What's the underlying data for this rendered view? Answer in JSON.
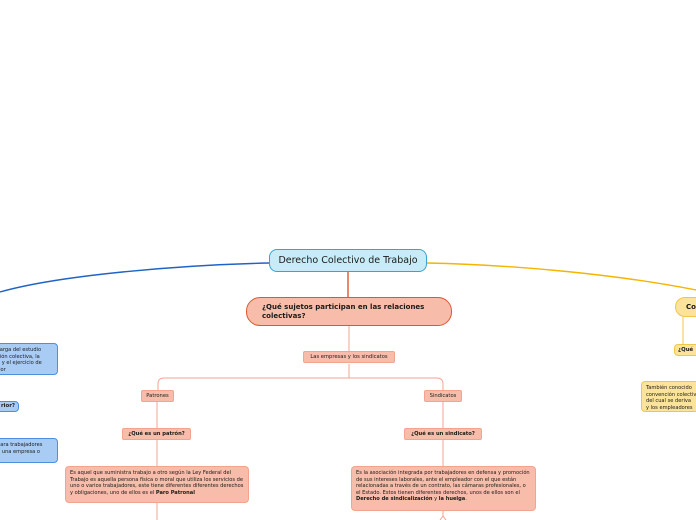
{
  "root": {
    "label": "Derecho Colectivo de Trabajo"
  },
  "center_topic": {
    "label": "¿Qué sujetos participan en las relaciones colectivas?"
  },
  "center_sub": {
    "label": "Las empresas y los sindicatos"
  },
  "patrones": {
    "label": "Patrones",
    "question": "¿Qué es un patrón?",
    "definition_text": "Es aquel que suministra trabajo a otro según la Ley Federal del Trabajo es aquella persona física o moral que utiliza los servicios de uno o varios trabajadores, este tiene diferentes diferentes derechos y obligaciones, uno de ellos es el ",
    "definition_bold": "Paro Patronal"
  },
  "sindicatos": {
    "label": "Sindicatos",
    "question": "¿Qué es un sindicato?",
    "definition_text": "Es la asociación integrada por trabajadores en defensa y promoción de sus intereses laborales, ante el empleador con el que están relacionadas a través de un contrato, las cámaras profesionales, o el Estado. Estos tienen diferentes derechos, unos de ellos son el ",
    "definition_bold1": "Derecho de sindicalización",
    "definition_mid": " y ",
    "definition_bold2": "la huelga",
    "definition_end": "."
  },
  "left_branch": {
    "card1": "carga del estudio\nción colectiva, la\na y el ejercicio de\nrior",
    "question": "rior?",
    "card2": "para trabajadores\nn una empresa o"
  },
  "right_branch": {
    "topic": "Co",
    "question": "¿Qué",
    "card": "También conocido\nconvención colectiv\ndel cual se deriva\ny los empleadores"
  },
  "colors": {
    "left_branch": "#1f63c4",
    "right_branch": "#f5b400",
    "center_branch": "#e2552f",
    "sub_lines": "#f2a48f"
  }
}
